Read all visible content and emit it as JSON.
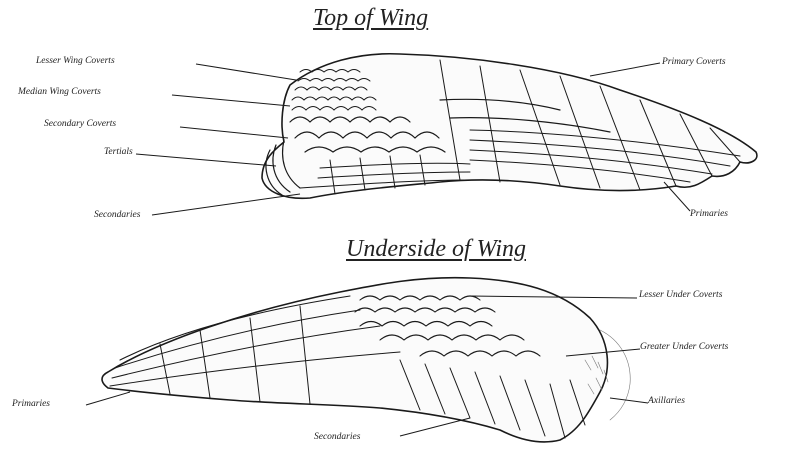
{
  "titles": {
    "top": "Top of Wing",
    "underside": "Underside of Wing"
  },
  "top_labels": {
    "lesser_wing_coverts": "Lesser Wing Coverts",
    "median_wing_coverts": "Median Wing Coverts",
    "secondary_coverts": "Secondary Coverts",
    "tertials": "Tertials",
    "secondaries": "Secondaries",
    "primary_coverts": "Primary Coverts",
    "primaries": "Primaries"
  },
  "under_labels": {
    "lesser_under_coverts": "Lesser Under Coverts",
    "greater_under_coverts": "Greater Under Coverts",
    "axillaries": "Axillaries",
    "primaries": "Primaries",
    "secondaries": "Secondaries"
  },
  "colors": {
    "ink": "#1a1a1a",
    "paper": "#ffffff",
    "shade": "#d8d8d8"
  }
}
